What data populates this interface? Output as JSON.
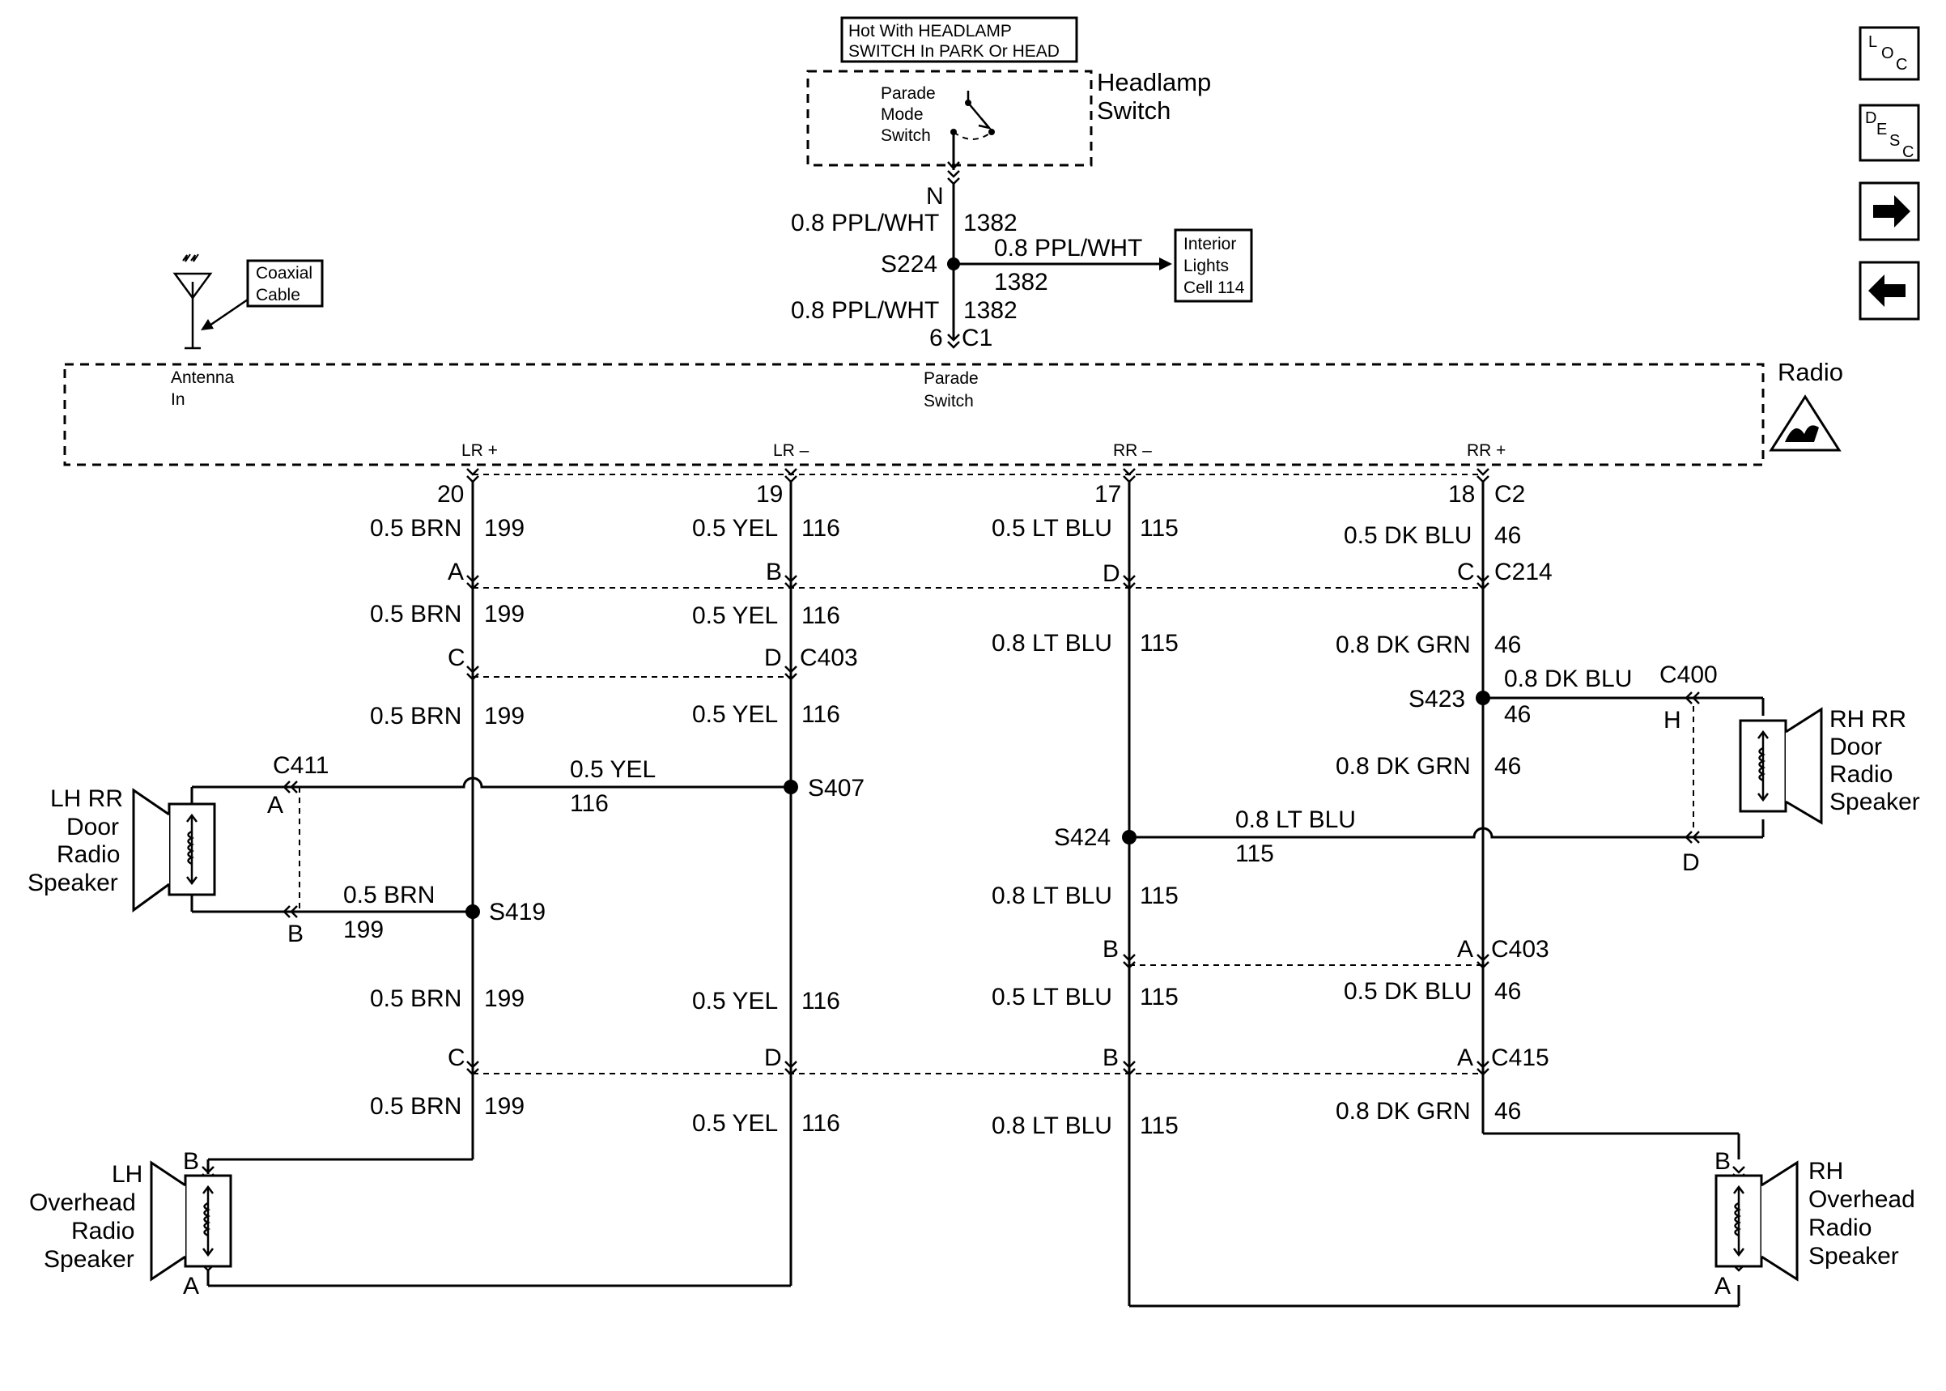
{
  "nav": {
    "loc": {
      "a": "L",
      "b": "O",
      "c": "C"
    },
    "desc": {
      "a": "D",
      "b": "E",
      "c": "S",
      "d": "C"
    }
  },
  "top": {
    "hot_line1": "Hot With HEADLAMP",
    "hot_line2": "SWITCH In PARK Or HEAD",
    "headlamp1": "Headlamp",
    "headlamp2": "Switch",
    "parade1": "Parade",
    "parade2": "Mode",
    "parade3": "Switch",
    "pin_n": "N",
    "w1_color": "0.8 PPL/WHT",
    "w1_circuit": "1382",
    "splice": "S224",
    "branch_color": "0.8 PPL/WHT",
    "branch_circuit": "1382",
    "interior1": "Interior",
    "interior2": "Lights",
    "interior3": "Cell 114",
    "w2_color": "0.8 PPL/WHT",
    "w2_circuit": "1382",
    "c1_pin": "6",
    "c1": "C1"
  },
  "antenna": {
    "coax1": "Coaxial",
    "coax2": "Cable",
    "in1": "Antenna",
    "in2": "In"
  },
  "radio": {
    "name": "Radio",
    "parade1": "Parade",
    "parade2": "Switch",
    "lrp": "LR +",
    "lrm": "LR –",
    "rrm": "RR –",
    "rrp": "RR +",
    "c2": "C2",
    "pins": [
      "20",
      "19",
      "17",
      "18"
    ]
  },
  "wires": {
    "brn": "0.5 BRN",
    "c199": "199",
    "yel": "0.5 YEL",
    "c116": "116",
    "ltblu5": "0.5 LT BLU",
    "ltblu8": "0.8 LT BLU",
    "c115": "115",
    "dkblu5": "0.5 DK BLU",
    "dkblu8": "0.8 DK BLU",
    "dkgrn8": "0.8 DK GRN",
    "c46": "46"
  },
  "connectors": {
    "c214": "C214",
    "c403": "C403",
    "c400": "C400",
    "c411": "C411",
    "c415": "C415",
    "A": "A",
    "B": "B",
    "C": "C",
    "D": "D",
    "H": "H"
  },
  "splices": {
    "s407": "S407",
    "s419": "S419",
    "s423": "S423",
    "s424": "S424"
  },
  "speakers": {
    "lh_rr": [
      "LH RR",
      "Door",
      "Radio",
      "Speaker"
    ],
    "rh_rr": [
      "RH RR",
      "Door",
      "Radio",
      "Speaker"
    ],
    "lh_oh": [
      "LH",
      "Overhead",
      "Radio",
      "Speaker"
    ],
    "rh_oh": [
      "RH",
      "Overhead",
      "Radio",
      "Speaker"
    ]
  }
}
